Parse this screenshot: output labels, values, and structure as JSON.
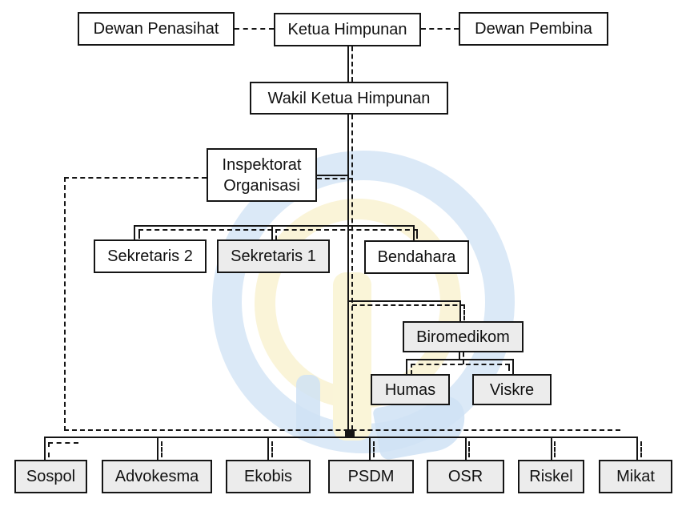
{
  "diagram": {
    "type": "org-chart",
    "nodes": {
      "dewan_penasihat": {
        "label": "Dewan Penasihat"
      },
      "ketua_himpunan": {
        "label": "Ketua Himpunan"
      },
      "dewan_pembina": {
        "label": "Dewan Pembina"
      },
      "wakil_ketua": {
        "label": "Wakil Ketua Himpunan"
      },
      "inspektorat": {
        "label": "Inspektorat Organisasi"
      },
      "sekretaris_2": {
        "label": "Sekretaris 2"
      },
      "sekretaris_1": {
        "label": "Sekretaris 1"
      },
      "bendahara": {
        "label": "Bendahara"
      },
      "biromedikom": {
        "label": "Biromedikom"
      },
      "humas": {
        "label": "Humas"
      },
      "viskre": {
        "label": "Viskre"
      },
      "sospol": {
        "label": "Sospol"
      },
      "advokesma": {
        "label": "Advokesma"
      },
      "ekobis": {
        "label": "Ekobis"
      },
      "psdm": {
        "label": "PSDM"
      },
      "osr": {
        "label": "OSR"
      },
      "riskel": {
        "label": "Riskel"
      },
      "mikat": {
        "label": "Mikat"
      }
    },
    "edges": [
      {
        "from": "Dewan Penasihat",
        "to": "Ketua Himpunan",
        "style": "dashed"
      },
      {
        "from": "Ketua Himpunan",
        "to": "Dewan Pembina",
        "style": "dashed"
      },
      {
        "from": "Ketua Himpunan",
        "to": "Wakil Ketua Himpunan",
        "style": "solid-and-dashed"
      },
      {
        "from": "Wakil Ketua Himpunan",
        "to": "Inspektorat Organisasi",
        "style": "solid-and-dashed"
      },
      {
        "from": "Inspektorat Organisasi",
        "to": "division-row",
        "style": "dashed"
      },
      {
        "from": "Wakil Ketua Himpunan",
        "to": "Sekretaris 2",
        "style": "solid-and-dashed"
      },
      {
        "from": "Wakil Ketua Himpunan",
        "to": "Sekretaris 1",
        "style": "solid-and-dashed"
      },
      {
        "from": "Wakil Ketua Himpunan",
        "to": "Bendahara",
        "style": "solid-and-dashed"
      },
      {
        "from": "Wakil Ketua Himpunan",
        "to": "Biromedikom",
        "style": "solid-and-dashed"
      },
      {
        "from": "Biromedikom",
        "to": "Humas",
        "style": "solid-and-dashed"
      },
      {
        "from": "Biromedikom",
        "to": "Viskre",
        "style": "solid-and-dashed"
      },
      {
        "from": "Wakil Ketua Himpunan",
        "to": "Sospol",
        "style": "solid-and-dashed"
      },
      {
        "from": "Wakil Ketua Himpunan",
        "to": "Advokesma",
        "style": "solid-and-dashed"
      },
      {
        "from": "Wakil Ketua Himpunan",
        "to": "Ekobis",
        "style": "solid-and-dashed"
      },
      {
        "from": "Wakil Ketua Himpunan",
        "to": "PSDM",
        "style": "solid-and-dashed"
      },
      {
        "from": "Wakil Ketua Himpunan",
        "to": "OSR",
        "style": "solid-and-dashed"
      },
      {
        "from": "Wakil Ketua Himpunan",
        "to": "Riskel",
        "style": "solid-and-dashed"
      },
      {
        "from": "Wakil Ketua Himpunan",
        "to": "Mikat",
        "style": "solid-and-dashed"
      }
    ],
    "colors": {
      "line": "#151515",
      "box_fill_white": "#ffffff",
      "box_fill_gray": "#ececec",
      "watermark_blue": "#cfe2f4",
      "watermark_yellow": "#f9f3d4"
    }
  }
}
